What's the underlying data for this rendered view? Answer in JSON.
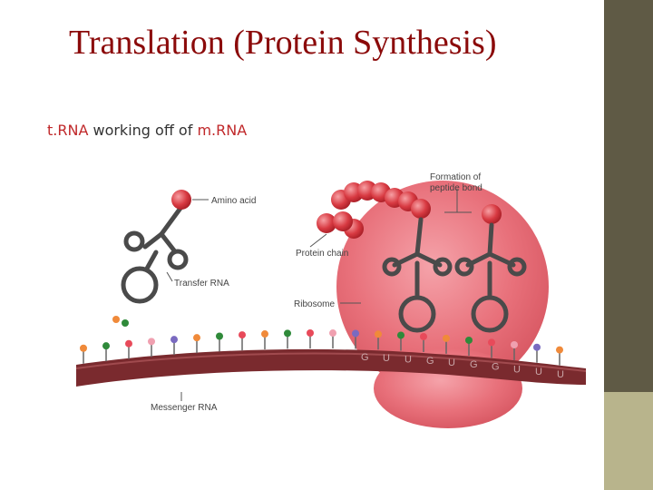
{
  "slide": {
    "title": "Translation (Protein Synthesis)",
    "subtitle": {
      "part1": "t.RNA",
      "part2": " working off of ",
      "part3": "m.RNA"
    }
  },
  "diagram": {
    "labels": {
      "amino_acid": "Amino acid",
      "transfer_rna": "Transfer RNA",
      "protein_chain": "Protein chain",
      "ribosome": "Ribosome",
      "messenger_rna": "Messenger RNA",
      "peptide_bond_line1": "Formation of",
      "peptide_bond_line2": "peptide bond"
    },
    "codon_letters": [
      "G",
      "U",
      "U",
      "G",
      "U",
      "G",
      "G",
      "U",
      "U",
      "U"
    ]
  },
  "colors": {
    "title": "#8b0a0a",
    "highlight": "#c0282a",
    "sidebar_top": "#5f5a45",
    "sidebar_bottom": "#b8b48c",
    "ribosome": "#e8707a",
    "mrna": "#7a2a2e",
    "amino_acid": "#d83a42",
    "trna": "#4a4a4a"
  }
}
